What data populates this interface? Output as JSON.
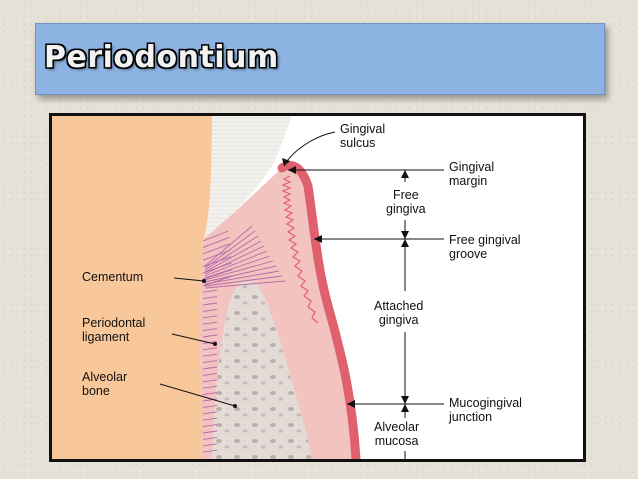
{
  "slide": {
    "title": "Periodontium"
  },
  "diagram": {
    "labels": {
      "gingival_sulcus": "Gingival\nsulcus",
      "gingival_margin": "Gingival\nmargin",
      "free_gingiva": "Free\ngingiva",
      "free_gingival_groove": "Free gingival\ngroove",
      "cementum": "Cementum",
      "periodontal_ligament": "Periodontal\nligament",
      "attached_gingiva": "Attached\ngingiva",
      "alveolar_bone": "Alveolar\nbone",
      "mucogingival_junction": "Mucogingival\njunction",
      "alveolar_mucosa": "Alveolar\nmucosa"
    },
    "colors": {
      "tooth": "#f9c89a",
      "enamel": "#f4f2ee",
      "gingiva": "#f2c3bf",
      "gingiva_edge": "#e0616e",
      "bone": "#e4dad6",
      "ligament": "#b86aa8"
    }
  }
}
